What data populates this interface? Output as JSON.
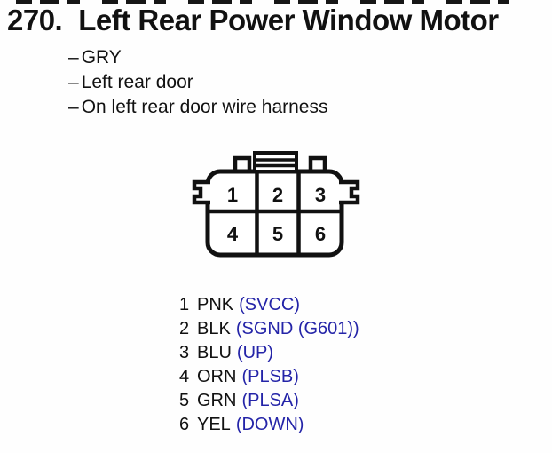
{
  "document": {
    "section_number": "270.",
    "title": "Left Rear Power Window Motor",
    "bullet_marker": "–",
    "details": [
      "GRY",
      "Left rear door",
      "On left rear door wire harness"
    ]
  },
  "connector": {
    "cells": [
      "1",
      "2",
      "3",
      "4",
      "5",
      "6"
    ]
  },
  "pins": [
    {
      "number": "1",
      "wire_color": "PNK",
      "signal": "(SVCC)"
    },
    {
      "number": "2",
      "wire_color": "BLK",
      "signal": "(SGND (G601))"
    },
    {
      "number": "3",
      "wire_color": "BLU",
      "signal": "(UP)"
    },
    {
      "number": "4",
      "wire_color": "ORN",
      "signal": "(PLSB)"
    },
    {
      "number": "5",
      "wire_color": "GRN",
      "signal": "(PLSA)"
    },
    {
      "number": "6",
      "wire_color": "YEL",
      "signal": "(DOWN)"
    }
  ],
  "colors": {
    "ink": "#111111",
    "signal_blue": "#2424a8"
  }
}
